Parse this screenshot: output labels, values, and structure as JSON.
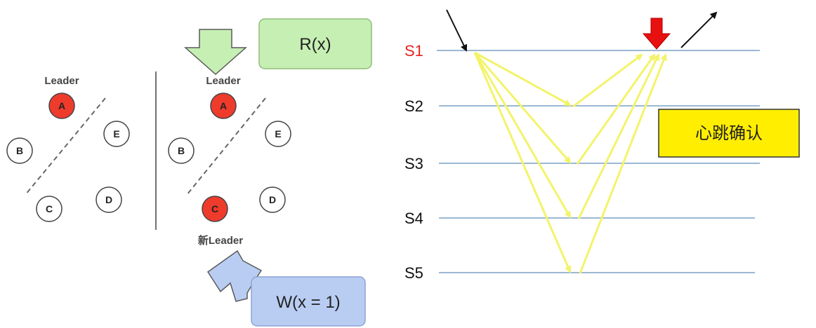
{
  "colors": {
    "leader_fill": "#ef3b2c",
    "line_blue": "#9bb8d3",
    "arrow_yellow": "#f3f36b",
    "s1_red": "#e52222",
    "box_green": "#c6efb3",
    "box_blue": "#b9cdf3",
    "box_yellow": "#ffee00",
    "red_arrow": "#e81010"
  },
  "left_cluster": {
    "leader_label": "Leader",
    "nodes": [
      "A",
      "B",
      "C",
      "D",
      "E"
    ]
  },
  "right_cluster": {
    "leader_label": "Leader",
    "new_leader_label": "新Leader",
    "nodes": [
      "A",
      "B",
      "C",
      "D",
      "E"
    ]
  },
  "read_box": {
    "label": "R(x)"
  },
  "write_box": {
    "label": "W(x = 1)"
  },
  "timeline": {
    "servers": [
      "S1",
      "S2",
      "S3",
      "S4",
      "S5"
    ]
  },
  "heartbeat_box": {
    "label": "心跳确认"
  }
}
